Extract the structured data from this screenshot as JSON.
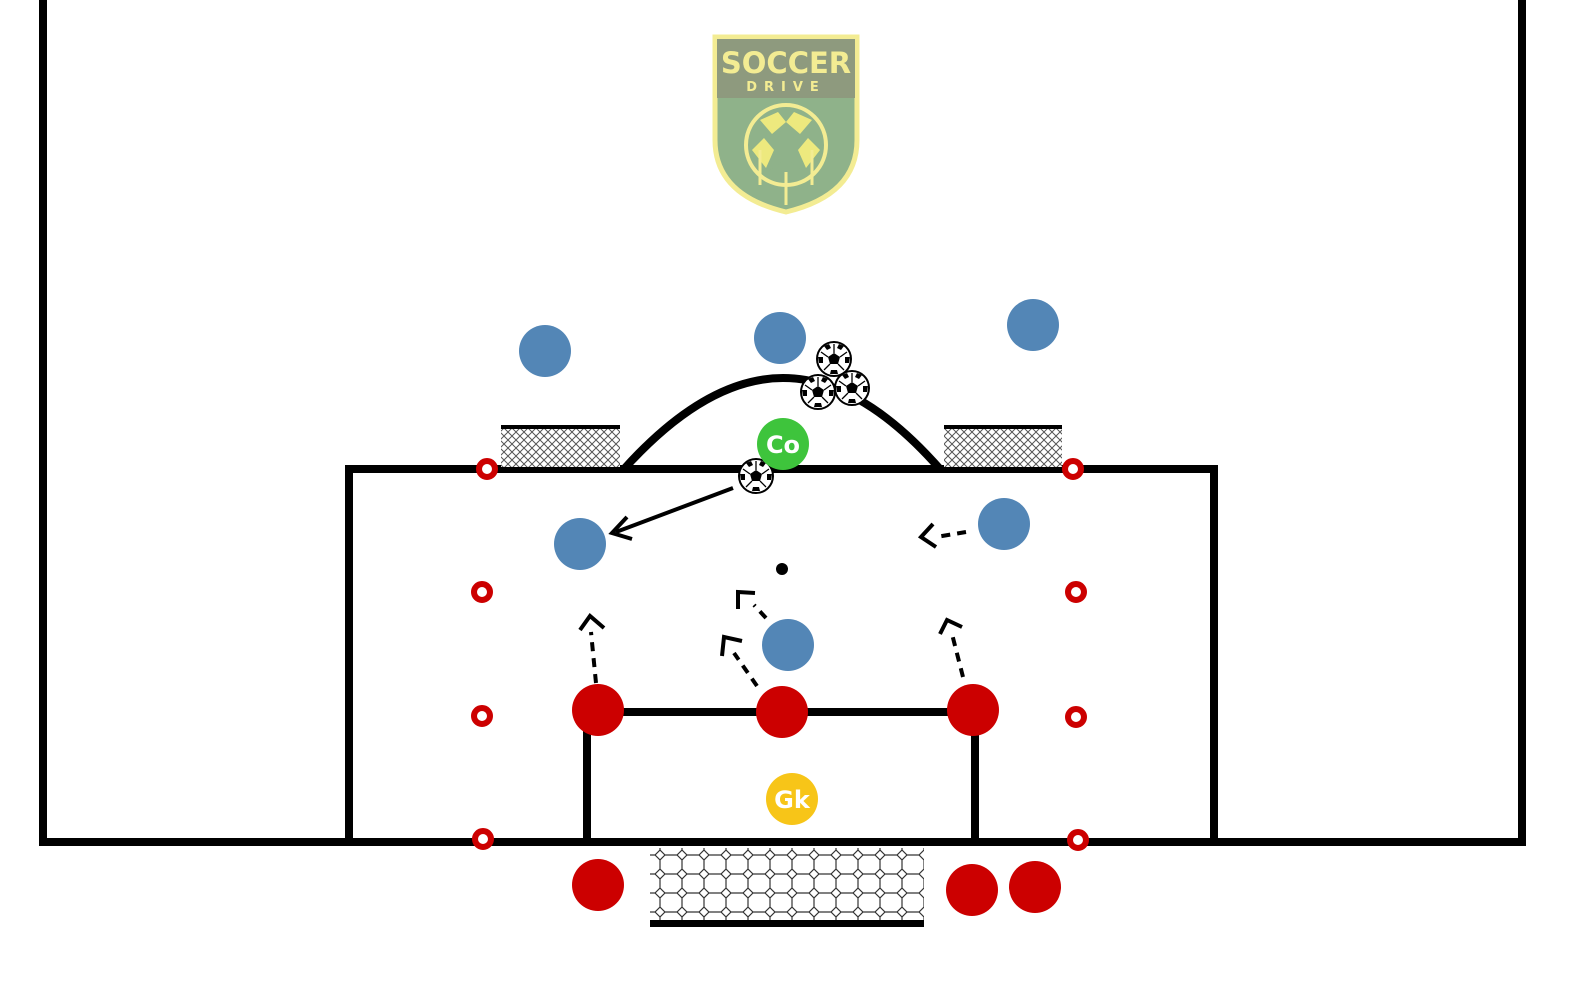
{
  "logo": {
    "line1": "SOCCER",
    "line2": "DRIVE",
    "colors": {
      "shield": "#8fb28a",
      "rim": "#f3ec93",
      "top": "#8e9a7e",
      "ball": "#ede97e"
    }
  },
  "labels": {
    "coach": "Co",
    "goalkeeper": "Gk"
  },
  "colors": {
    "blue_team": "#5386b6",
    "red_team": "#cc0000",
    "coach": "#3ec43c",
    "goalkeeper": "#f7c518",
    "lines": "#000000",
    "cone": "#cc0000"
  }
}
